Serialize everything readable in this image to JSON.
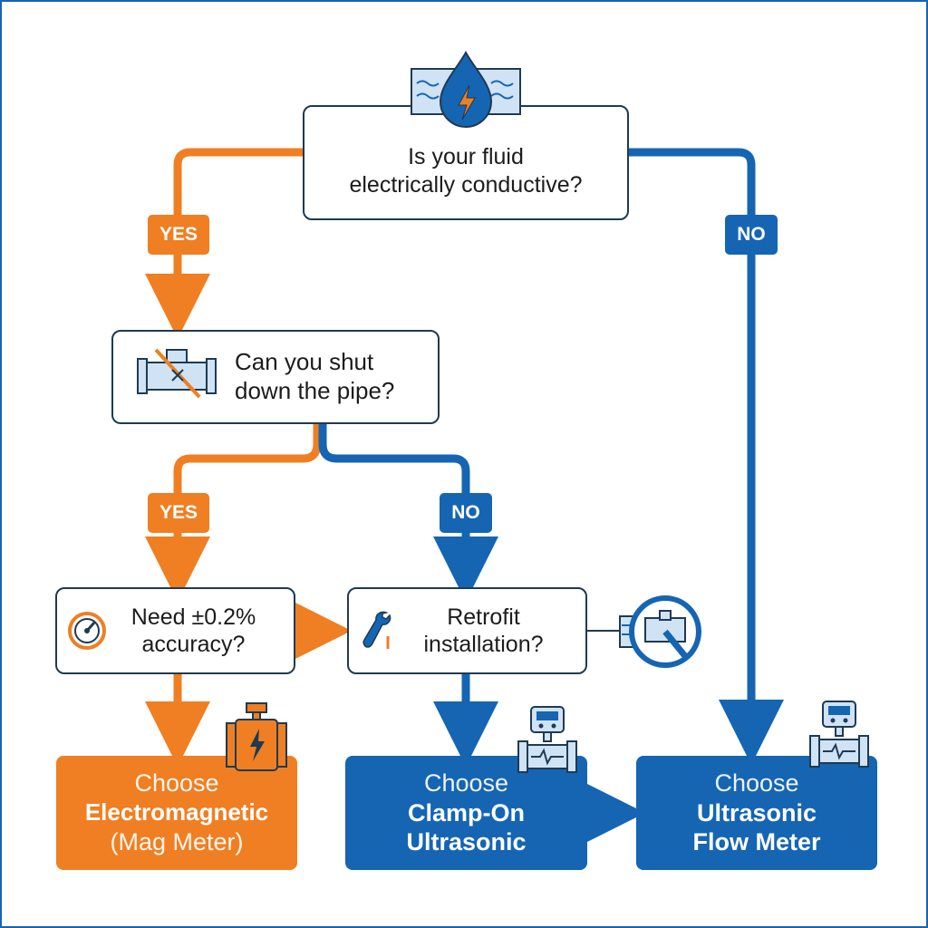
{
  "nodes": {
    "q_conductive": {
      "line1": "Is your fluid",
      "line2": "electrically conductive?"
    },
    "q_shutdown": {
      "line1": "Can you shut",
      "line2": "down the pipe?"
    },
    "q_accuracy": {
      "line1": "Need ±0.2%",
      "line2": "accuracy?"
    },
    "q_retrofit": {
      "line1": "Retrofit",
      "line2": "installation?"
    }
  },
  "badges": {
    "conductive_yes": "YES",
    "conductive_no": "NO",
    "shutdown_yes": "YES",
    "shutdown_no": "NO"
  },
  "results": {
    "mag": {
      "line1": "Choose",
      "line2": "Electromagnetic",
      "line3": "(Mag Meter)"
    },
    "clamp": {
      "line1": "Choose",
      "line2": "Clamp-On",
      "line3": "Ultrasonic"
    },
    "ultra": {
      "line1": "Choose",
      "line2": "Ultrasonic",
      "line3": "Flow Meter"
    }
  },
  "colors": {
    "orange": "#ef7f22",
    "blue": "#1565b3",
    "navy": "#1f3a52",
    "light_blue": "#cfe3f5"
  },
  "icons": [
    "water-drop-lightning-icon",
    "pipe-shutoff-icon",
    "gauge-icon",
    "wrench-icon",
    "pipe-valve-wheel-icon",
    "mag-meter-icon",
    "ultrasonic-meter-icon"
  ]
}
